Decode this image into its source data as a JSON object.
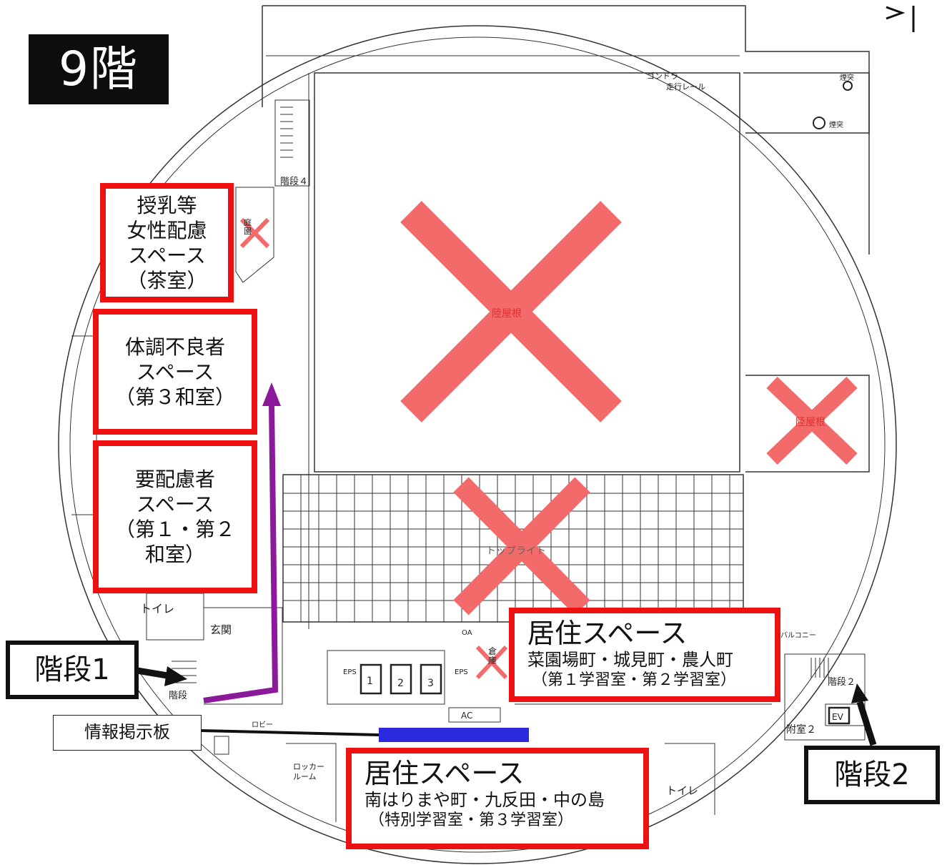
{
  "floor": "9階",
  "spaces": {
    "nursing": [
      "授乳等",
      "女性配慮",
      "スペース",
      "（茶室）"
    ],
    "unwell": [
      "体調不良者",
      "スペース",
      "（第３和室）"
    ],
    "care": [
      "要配慮者",
      "スペース",
      "（第１・第２",
      "和室）"
    ],
    "residence_1": {
      "title": "居住スペース",
      "towns": "菜園場町・城見町・農人町",
      "rooms": "（第１学習室・第２学習室）"
    },
    "residence_2": {
      "title": "居住スペース",
      "towns": "南はりまや町・九反田・中の島",
      "rooms": "（特別学習室・第３学習室）"
    }
  },
  "stairs": {
    "stair1": "階段1",
    "stair2": "階段2"
  },
  "notice_board": "情報掲示板",
  "plan_labels": {
    "roof_main": "陸屋根",
    "roof_east": "陸屋根",
    "skylight": "トップライト",
    "gondola": "ゴンドラ",
    "gondola_rail": "走行レール",
    "chimney_1": "煙突",
    "chimney_2": "煙突",
    "stair4": "階段４",
    "stair2_small": "階段２",
    "garden": "庭園",
    "toilet_1": "トイレ",
    "toilet_2": "トイレ",
    "entrance": "玄関",
    "lobby": "ロビー",
    "locker_room": "ロッカールーム",
    "annex": "附室２",
    "storage": "倉庫",
    "eps_1": "EPS",
    "eps_2": "EPS",
    "oa": "OA",
    "ac": "AC",
    "ev": "EV",
    "ev_1": "1",
    "ev_2": "2",
    "ev_3": "3",
    "stairs_small": "階段",
    "balcony": "バルコニー"
  },
  "colors": {
    "box_border": "#ee1111",
    "cross": "#f26a6a",
    "route": "#8b1a9b",
    "notice_bar": "#2b2bdd",
    "badge": "#0d0d0d"
  }
}
